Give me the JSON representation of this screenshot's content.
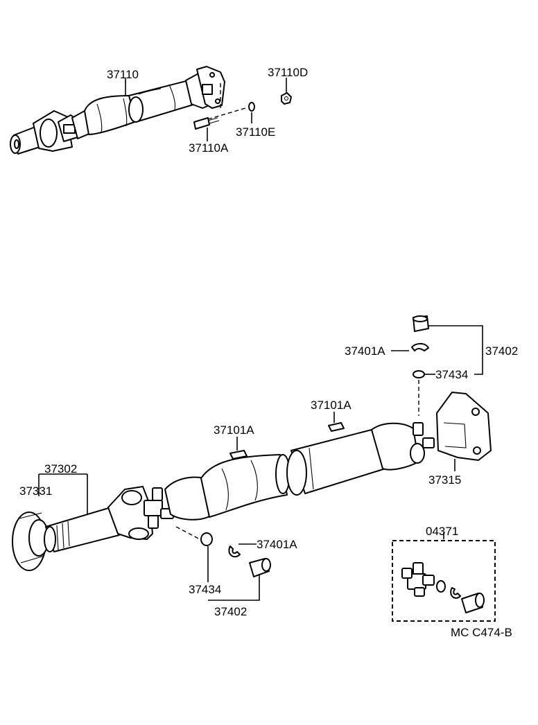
{
  "diagram": {
    "upper_assembly": {
      "shaft_label": "37110",
      "nut_label": "37110D",
      "washer_label": "37110E",
      "bolt_label": "37110A"
    },
    "lower_assembly": {
      "tag_label_a": "37101A",
      "tag_label_b": "37101A",
      "spider_kit_label": "37402",
      "snap_ring_label_top": "37401A",
      "bearing_label_top": "37434",
      "center_bearing_label": "37315",
      "yoke_label": "37302",
      "dust_seal_label": "37331",
      "snap_ring_label_bottom": "37401A",
      "bearing_label_bottom": "37434",
      "spider_kit_label_bottom": "37402",
      "universal_joint_kit_label": "04371"
    },
    "figure_code": "MC C474-B"
  }
}
